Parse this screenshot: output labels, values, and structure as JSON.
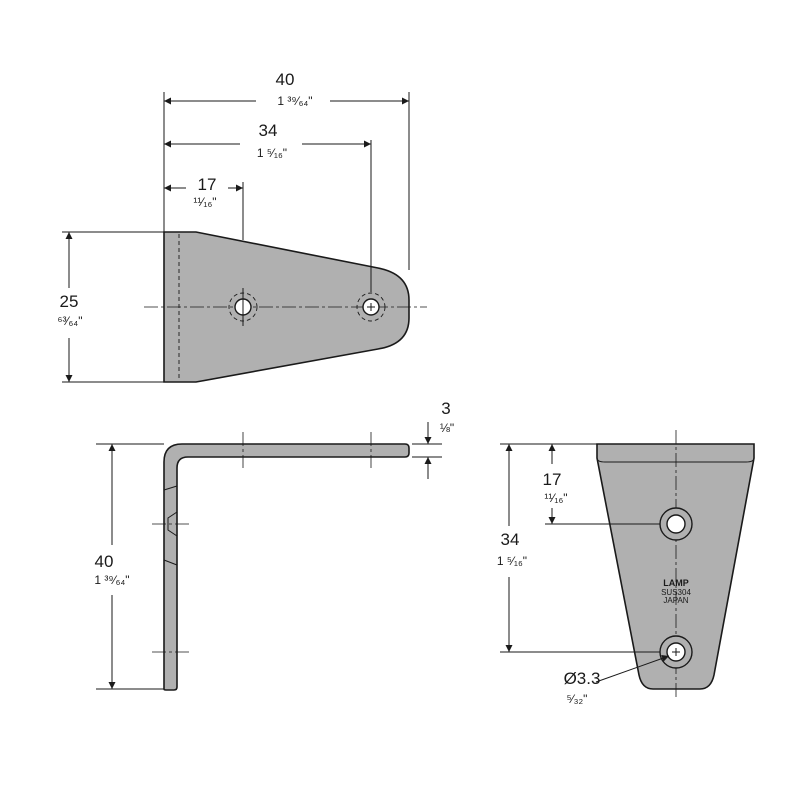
{
  "dimensions": {
    "top_overall": {
      "mm": "40",
      "inch": "1 ³⁹⁄₆₄\""
    },
    "top_hole_far": {
      "mm": "34",
      "inch": "1 ⁵⁄₁₆\""
    },
    "top_hole_near": {
      "mm": "17",
      "inch": "¹¹⁄₁₆\""
    },
    "top_height": {
      "mm": "25",
      "inch": "⁶³⁄₆₄\""
    },
    "side_thickness": {
      "mm": "3",
      "inch": "⅛\""
    },
    "side_height": {
      "mm": "40",
      "inch": "1 ³⁹⁄₆₄\""
    },
    "front_hole_upper": {
      "mm": "17",
      "inch": "¹¹⁄₁₆\""
    },
    "front_hole_lower": {
      "mm": "34",
      "inch": "1 ⁵⁄₁₆\""
    },
    "hole_diameter": {
      "mm": "Ø3.3",
      "inch": "⁵⁄₃₂\""
    }
  },
  "marking": {
    "brand": "LAMP",
    "material": "SUS304",
    "origin": "JAPAN"
  }
}
